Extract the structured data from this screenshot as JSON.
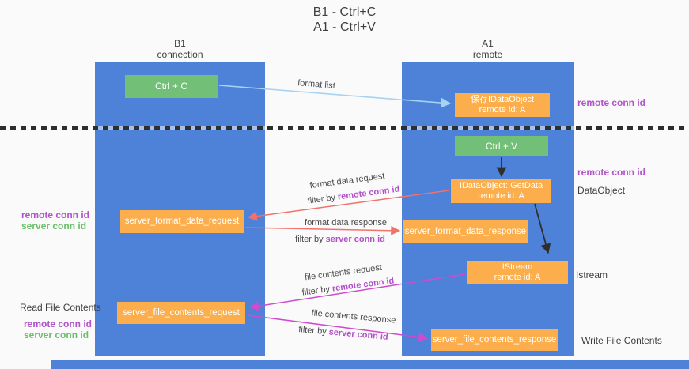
{
  "title": {
    "line1": "B1 - Ctrl+C",
    "line2": "A1 - Ctrl+V"
  },
  "lifelines": {
    "left": {
      "name": "B1",
      "role": "connection"
    },
    "right": {
      "name": "A1",
      "role": "remote"
    }
  },
  "nodes": {
    "ctrl_c": {
      "label": "Ctrl + C"
    },
    "ctrl_v": {
      "label": "Ctrl + V"
    },
    "save_idataobject": {
      "line1": "保存IDataObject",
      "line2": "remote id: A"
    },
    "idataobject_getdata": {
      "line1": "IDataObject::GetData",
      "line2": "remote id: A"
    },
    "istream": {
      "line1": "IStream",
      "line2": "remote id: A"
    },
    "server_format_data_request": {
      "label": "server_format_data_request"
    },
    "server_format_data_response": {
      "label": "server_format_data_response"
    },
    "server_file_contents_request": {
      "label": "server_file_contents_request"
    },
    "server_file_contents_response": {
      "label": "server_file_contents_response"
    }
  },
  "arrow_labels": {
    "format_list": "format list",
    "format_data_request": "format data request",
    "format_data_response": "format data response",
    "file_contents_request": "file contents request",
    "file_contents_response": "file contents response",
    "filter_by": "filter by ",
    "remote_conn_id": "remote conn id",
    "server_conn_id": "server conn id"
  },
  "side_labels": {
    "remote_conn_id": "remote conn id",
    "server_conn_id": "server conn id",
    "dataobject": "DataObject",
    "istream": "Istream",
    "read_file_contents": "Read File Contents",
    "write_file_contents": "Write File Contents"
  },
  "colors": {
    "lifeline_blue": "#4d82d8",
    "node_green": "#72bf77",
    "node_orange": "#fbae4b",
    "arrow_light_blue": "#a6d3f2",
    "arrow_red": "#f1716d",
    "arrow_magenta": "#cf4bcf",
    "arrow_black": "#2e2e2e",
    "text_purple": "#b153c9",
    "text_green": "#6cbd6c",
    "text_dark": "#3f3f3f"
  }
}
